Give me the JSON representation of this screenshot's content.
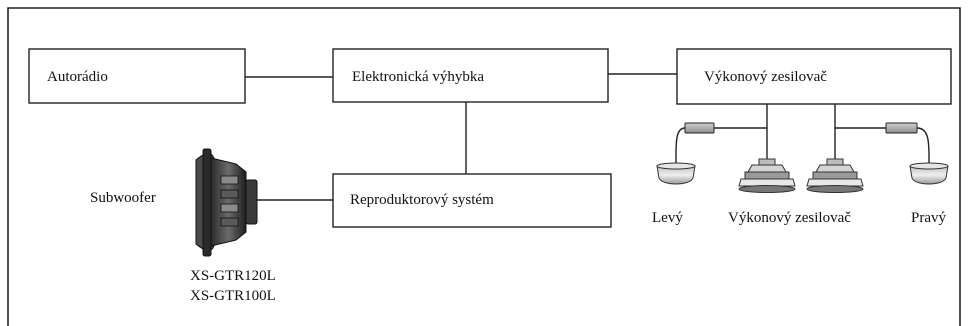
{
  "boxes": {
    "car_radio": "Autorádio",
    "crossover": "Elektronická výhybka",
    "power_amp": "Výkonový zesilovač",
    "speaker_system": "Reproduktorový systém"
  },
  "labels": {
    "subwoofer": "Subwoofer",
    "model_1": "XS-GTR120L",
    "model_2": "XS-GTR100L",
    "left": "Levý",
    "center": "Výkonový zesilovač",
    "right": "Pravý"
  },
  "icons": {
    "subwoofer": "subwoofer-icon",
    "tweeter": "tweeter-icon",
    "speaker": "speaker-icon",
    "capacitor": "capacitor-icon"
  },
  "colors": {
    "line": "#222222",
    "icon_light": "#d9d9d9",
    "icon_mid": "#a8a8a8",
    "icon_dark": "#3a3a3a"
  }
}
